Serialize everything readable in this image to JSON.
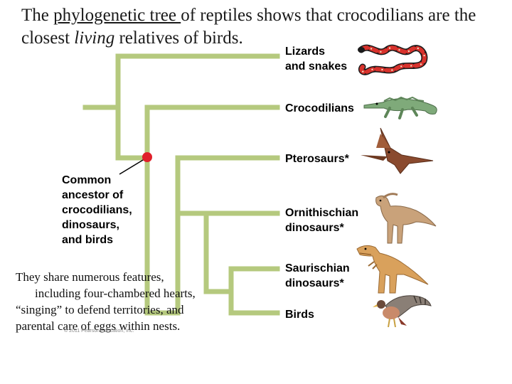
{
  "title": {
    "part1": "The ",
    "link": "phylogenetic tree ",
    "part2": "of reptiles shows that crocodilians are the closest ",
    "emph": "living",
    "part3": " relatives of birds."
  },
  "taxa": [
    {
      "line1": "Lizards",
      "line2": "and snakes"
    },
    {
      "line1": "Crocodilians",
      "line2": ""
    },
    {
      "line1": "Pterosaurs*",
      "line2": ""
    },
    {
      "line1": "Ornithischian",
      "line2": "dinosaurs*"
    },
    {
      "line1": "Saurischian",
      "line2": "dinosaurs*"
    },
    {
      "line1": "Birds",
      "line2": ""
    }
  ],
  "callout": {
    "lines": [
      "Common",
      "ancestor of",
      "crocodilians,",
      "dinosaurs,",
      "and birds"
    ]
  },
  "note": {
    "line1": "They share numerous features,",
    "line2": "including four-chambered hearts,",
    "line3": "“singing” to defend territories, and",
    "line4": "parental care of eggs within nests."
  },
  "copyright": "© 2011 Pearson Education, Inc.",
  "colors": {
    "branch": "#b5c97e",
    "node": "#e0202a",
    "snake_red": "#d8322c",
    "croc_green": "#7faa7a",
    "ptero_brown": "#8a4a2e",
    "dino_tan": "#c9a27a",
    "bird_gray": "#8a7f76"
  },
  "icons": [
    "snake-icon",
    "crocodile-icon",
    "pterosaur-icon",
    "ornithischian-icon",
    "saurischian-icon",
    "bird-icon"
  ]
}
